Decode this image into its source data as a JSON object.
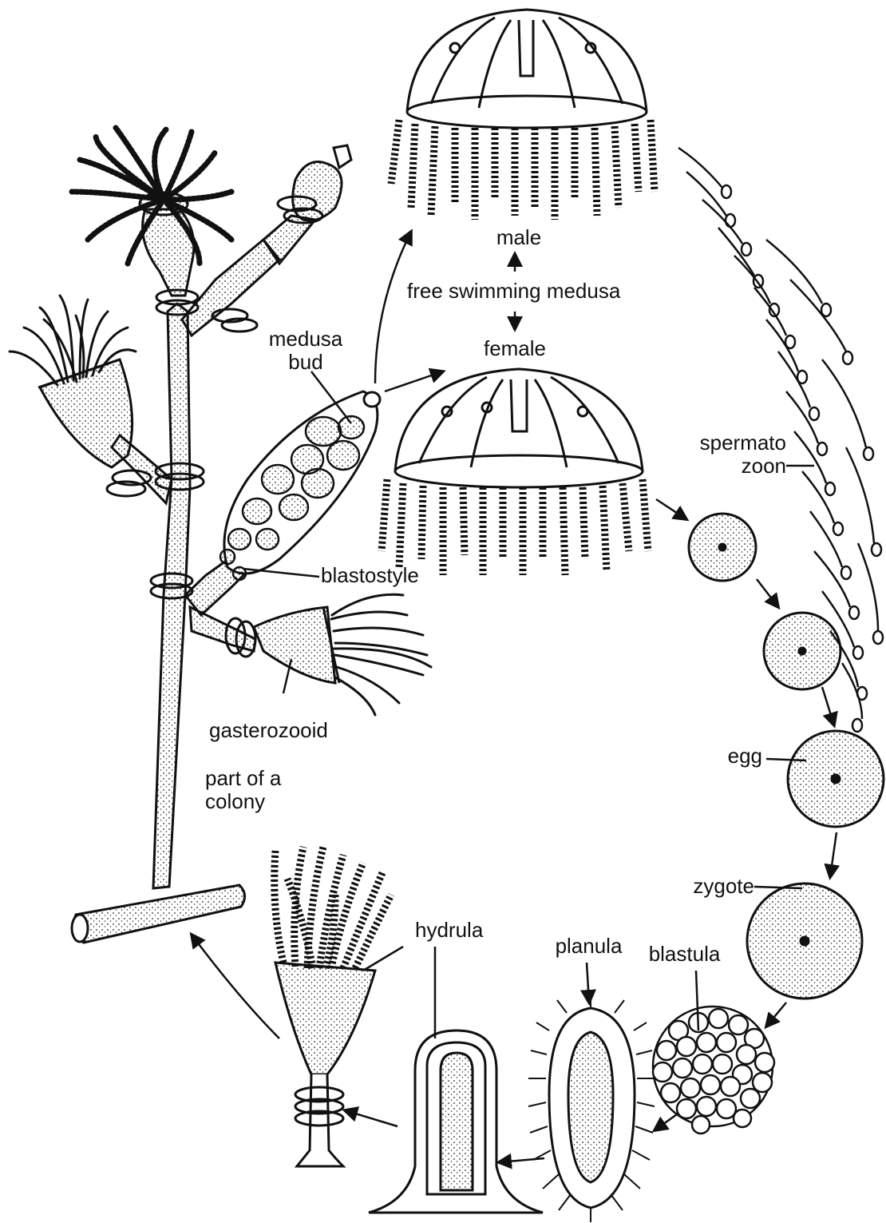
{
  "labels": {
    "male": "male",
    "free_swimming_medusa": "free swimming medusa",
    "female": "female",
    "medusa_bud_line1": "medusa",
    "medusa_bud_line2": "bud",
    "spermatozoon_line1": "spermato",
    "spermatozoon_line2": "zoon",
    "blastostyle": "blastostyle",
    "gasterozooid": "gasterozooid",
    "part_of_colony_line1": "part of a",
    "part_of_colony_line2": "colony",
    "egg": "egg",
    "zygote": "zygote",
    "hydrula": "hydrula",
    "planula": "planula",
    "blastula": "blastula"
  },
  "colors": {
    "ink": "#111111",
    "background": "#ffffff",
    "fill_light": "#f2f2f2"
  }
}
